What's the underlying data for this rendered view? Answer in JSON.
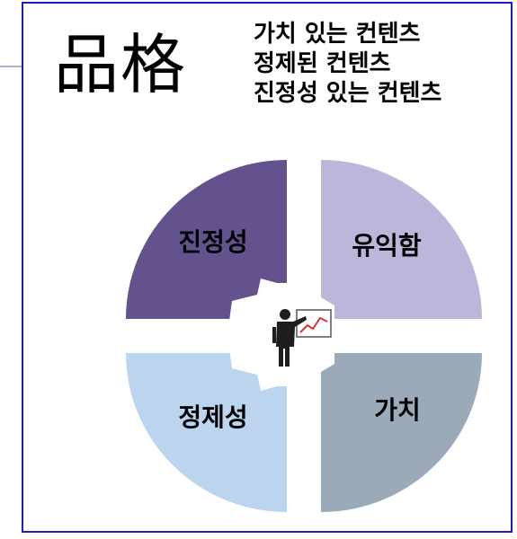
{
  "title": "品格",
  "taglines": [
    "가치 있는 컨텐츠",
    "정제된 컨텐츠",
    "진정성 있는 컨텐츠"
  ],
  "quadrants": [
    {
      "label": "진정성",
      "color": "#64528f"
    },
    {
      "label": "유익함",
      "color": "#bdb6da"
    },
    {
      "label": "정제성",
      "color": "#bcd5ef"
    },
    {
      "label": "가치",
      "color": "#9aaab8"
    }
  ],
  "colors": {
    "frame_border": "#1a1ad0",
    "accent_line": "#aab2d6"
  },
  "center_icon": "presenter-with-chart-icon"
}
